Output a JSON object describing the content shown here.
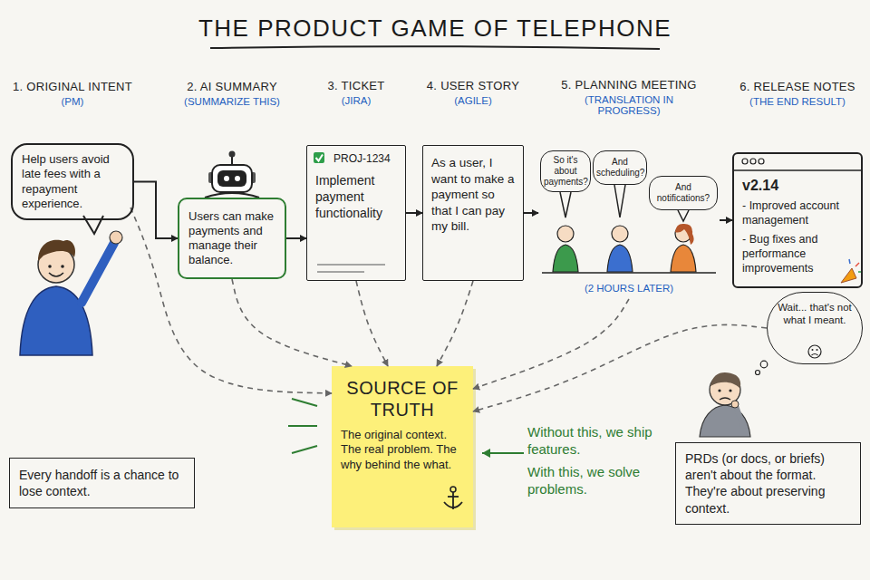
{
  "diagram": {
    "title": "THE PRODUCT GAME OF TELEPHONE",
    "nodes": [
      {
        "text": [
          "1. ORIGINAL INTENT",
          "(PM)",
          "Help users avoid late fees with a repayment experience."
        ]
      },
      {
        "text": [
          "2. AI SUMMARY",
          "(SUMMARIZE THIS)",
          "Users can make payments and manage their balance."
        ]
      },
      {
        "text": [
          "3. TICKET",
          "(JIRA)",
          "PROJ-1234",
          "Implement payment functionality"
        ]
      },
      {
        "text": [
          "4. USER STORY",
          "(AGILE)",
          "As a user, I want to make a payment so that I can pay my bill."
        ]
      },
      {
        "text": [
          "5. PLANNING MEETING",
          "(TRANSLATION IN PROGRESS)",
          "(2 HOURS LATER)"
        ]
      },
      {
        "text": [
          "So it's about payments?"
        ],
        "in": 4
      },
      {
        "text": [
          "And scheduling?"
        ],
        "in": 4
      },
      {
        "text": [
          "And notifications?"
        ],
        "in": 4
      },
      {
        "text": [
          "6. RELEASE NOTES",
          "(THE END RESULT)",
          "v2.14",
          "- Improved account management",
          "- Bug fixes and performance improvements"
        ]
      },
      {
        "text": [
          "Wait... that's not what I meant."
        ]
      },
      {
        "text": [
          "SOURCE OF TRUTH",
          "The original context. The real problem. The why behind the what."
        ]
      },
      {
        "text": [
          "Every handoff is a chance to lose context."
        ]
      },
      {
        "text": [
          "PRDs (or docs, or briefs) aren't about the format. They're about preserving context."
        ]
      }
    ],
    "edges": [
      {
        "from": 0,
        "to": 1,
        "arrow": "to"
      },
      {
        "from": 1,
        "to": 2,
        "arrow": "to"
      },
      {
        "from": 2,
        "to": 3,
        "arrow": "to"
      },
      {
        "from": 3,
        "to": 4,
        "arrow": "to"
      },
      {
        "from": 4,
        "to": 8,
        "arrow": "to"
      },
      {
        "from": 0,
        "to": 10,
        "arrow": "to"
      },
      {
        "from": 1,
        "to": 10,
        "arrow": "to"
      },
      {
        "from": 2,
        "to": 10,
        "arrow": "to"
      },
      {
        "from": 3,
        "to": 10,
        "arrow": "to"
      },
      {
        "from": 4,
        "to": 10,
        "arrow": "to"
      },
      {
        "from": 9,
        "to": 10,
        "arrow": "to"
      }
    ],
    "labels": [
      "Without this, we ship features.",
      "With this, we solve problems."
    ]
  }
}
